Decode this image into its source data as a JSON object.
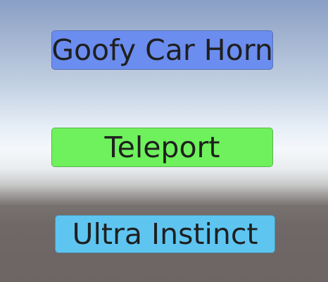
{
  "buttons": [
    {
      "id": "goofy-car-horn",
      "label": "Goofy Car Horn",
      "color": "#6b8def"
    },
    {
      "id": "teleport",
      "label": "Teleport",
      "color": "#6ef15c"
    },
    {
      "id": "ultra-instinct",
      "label": "Ultra Instinct",
      "color": "#5ec5f1"
    }
  ],
  "colors": {
    "sky_top": "#8a9fc6",
    "horizon": "#f5f8fb",
    "ground": "#6c6563",
    "text": "#1f1f1f"
  }
}
